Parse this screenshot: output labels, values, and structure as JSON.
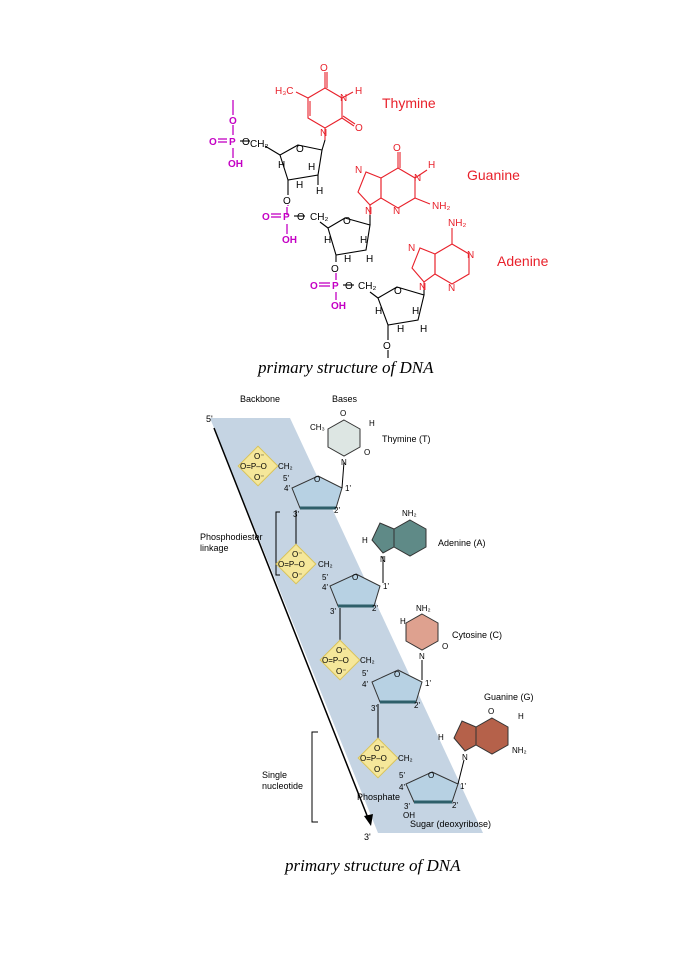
{
  "top": {
    "bases": {
      "thymine": "Thymine",
      "guanine": "Guanine",
      "adenine": "Adenine"
    },
    "atoms": {
      "o": "O",
      "n": "N",
      "h": "H",
      "oh": "OH",
      "p": "P",
      "ch2": "CH₂",
      "h3c": "H₃C",
      "nh2": "NH₂"
    },
    "caption": "primary structure of DNA"
  },
  "bottom": {
    "headers": {
      "backbone": "Backbone",
      "bases": "Bases"
    },
    "ends": {
      "five": "5'",
      "three": "3'"
    },
    "bases": {
      "thymine": "Thymine (T)",
      "adenine": "Adenine (A)",
      "cytosine": "Cytosine (C)",
      "guanine": "Guanine (G)"
    },
    "phosphodiester": {
      "line1": "Phosphodiester",
      "line2": "linkage"
    },
    "nucleotide": {
      "line1": "Single",
      "line2": "nucleotide"
    },
    "phosphate": "Phosphate",
    "sugar": "Sugar (deoxyribose)",
    "atoms": {
      "o_minus": "O⁻",
      "p_eq": "O=P–O",
      "ch2": "CH₂",
      "o": "O",
      "h": "H",
      "n": "N",
      "c5": "5'",
      "c4": "4'",
      "c3": "3'",
      "c2": "2'",
      "c1": "1'",
      "oh": "OH",
      "nh2": "NH₂",
      "ch3": "CH₃"
    },
    "colors": {
      "backbone_band": "#c5d4e3",
      "phosphate": "#f5e79a",
      "sugar": "#b7d1e3",
      "thymine": "#dde6e3",
      "adenine": "#5f8a87",
      "cytosine": "#dea18f",
      "guanine": "#b5614a"
    },
    "caption": "primary structure of DNA"
  }
}
